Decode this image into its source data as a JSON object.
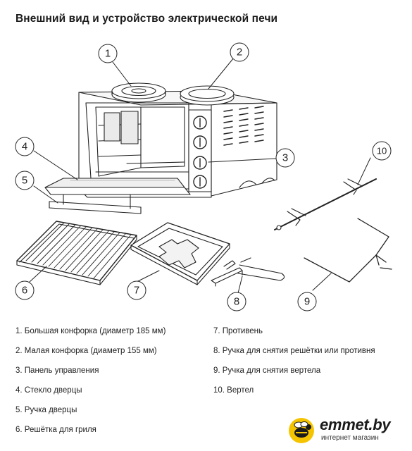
{
  "title": "Внешний вид и устройство электрической печи",
  "callouts": [
    "1",
    "2",
    "3",
    "4",
    "5",
    "6",
    "7",
    "8",
    "9",
    "10"
  ],
  "legend": [
    "1.  Большая конфорка (диаметр 185 мм)",
    "2.  Малая конфорка (диаметр 155 мм)",
    "3.  Панель управления",
    "4.  Стекло дверцы",
    "5.  Ручка дверцы",
    "6.  Решётка для гриля",
    "7.  Противень",
    "8.  Ручка для снятия решётки или противня",
    "9.  Ручка для снятия вертела",
    "10.  Вертел"
  ],
  "brand": {
    "name": "emmet.by",
    "tagline": "интернет магазин"
  }
}
